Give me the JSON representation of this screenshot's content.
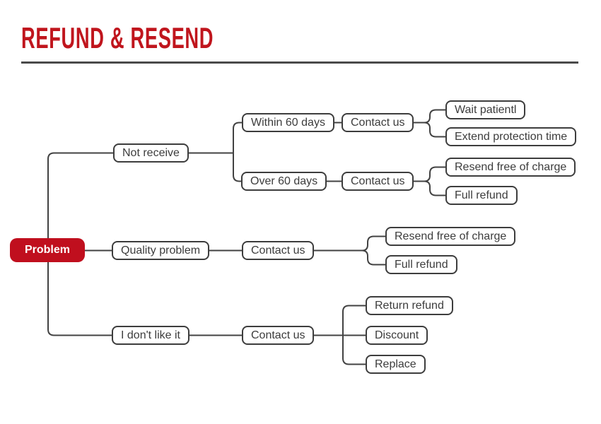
{
  "title": {
    "text": "REFUND & RESEND"
  },
  "colors": {
    "title_red": "#c0151d",
    "root_node_red": "#c00f1e",
    "line_gray": "#424242",
    "box_border_gray": "#3d3d3d",
    "text_gray": "#3c3c3c",
    "background": "#ffffff"
  },
  "nodes": {
    "problem": "Problem",
    "not_receive": "Not receive",
    "within_60_days": "Within 60 days",
    "contact_us_1": "Contact us",
    "wait_patientl": "Wait patientl",
    "extend_protection_time": "Extend protection time",
    "over_60_days": "Over 60 days",
    "contact_us_2": "Contact us",
    "resend_free_of_charge_1": "Resend free of charge",
    "full_refund_1": "Full refund",
    "quality_problem": "Quality problem",
    "contact_us_3": "Contact us",
    "resend_free_of_charge_2": "Resend free of charge",
    "full_refund_2": "Full refund",
    "i_dont_like_it": "I don't like it",
    "contact_us_4": "Contact us",
    "return_refund": "Return refund",
    "discount": "Discount",
    "replace": "Replace"
  },
  "tree_edges": [
    [
      "problem",
      "not_receive"
    ],
    [
      "problem",
      "quality_problem"
    ],
    [
      "problem",
      "i_dont_like_it"
    ],
    [
      "not_receive",
      "within_60_days"
    ],
    [
      "not_receive",
      "over_60_days"
    ],
    [
      "within_60_days",
      "contact_us_1"
    ],
    [
      "contact_us_1",
      "wait_patientl"
    ],
    [
      "contact_us_1",
      "extend_protection_time"
    ],
    [
      "over_60_days",
      "contact_us_2"
    ],
    [
      "contact_us_2",
      "resend_free_of_charge_1"
    ],
    [
      "contact_us_2",
      "full_refund_1"
    ],
    [
      "quality_problem",
      "contact_us_3"
    ],
    [
      "contact_us_3",
      "resend_free_of_charge_2"
    ],
    [
      "contact_us_3",
      "full_refund_2"
    ],
    [
      "i_dont_like_it",
      "contact_us_4"
    ],
    [
      "contact_us_4",
      "return_refund"
    ],
    [
      "contact_us_4",
      "discount"
    ],
    [
      "contact_us_4",
      "replace"
    ]
  ]
}
